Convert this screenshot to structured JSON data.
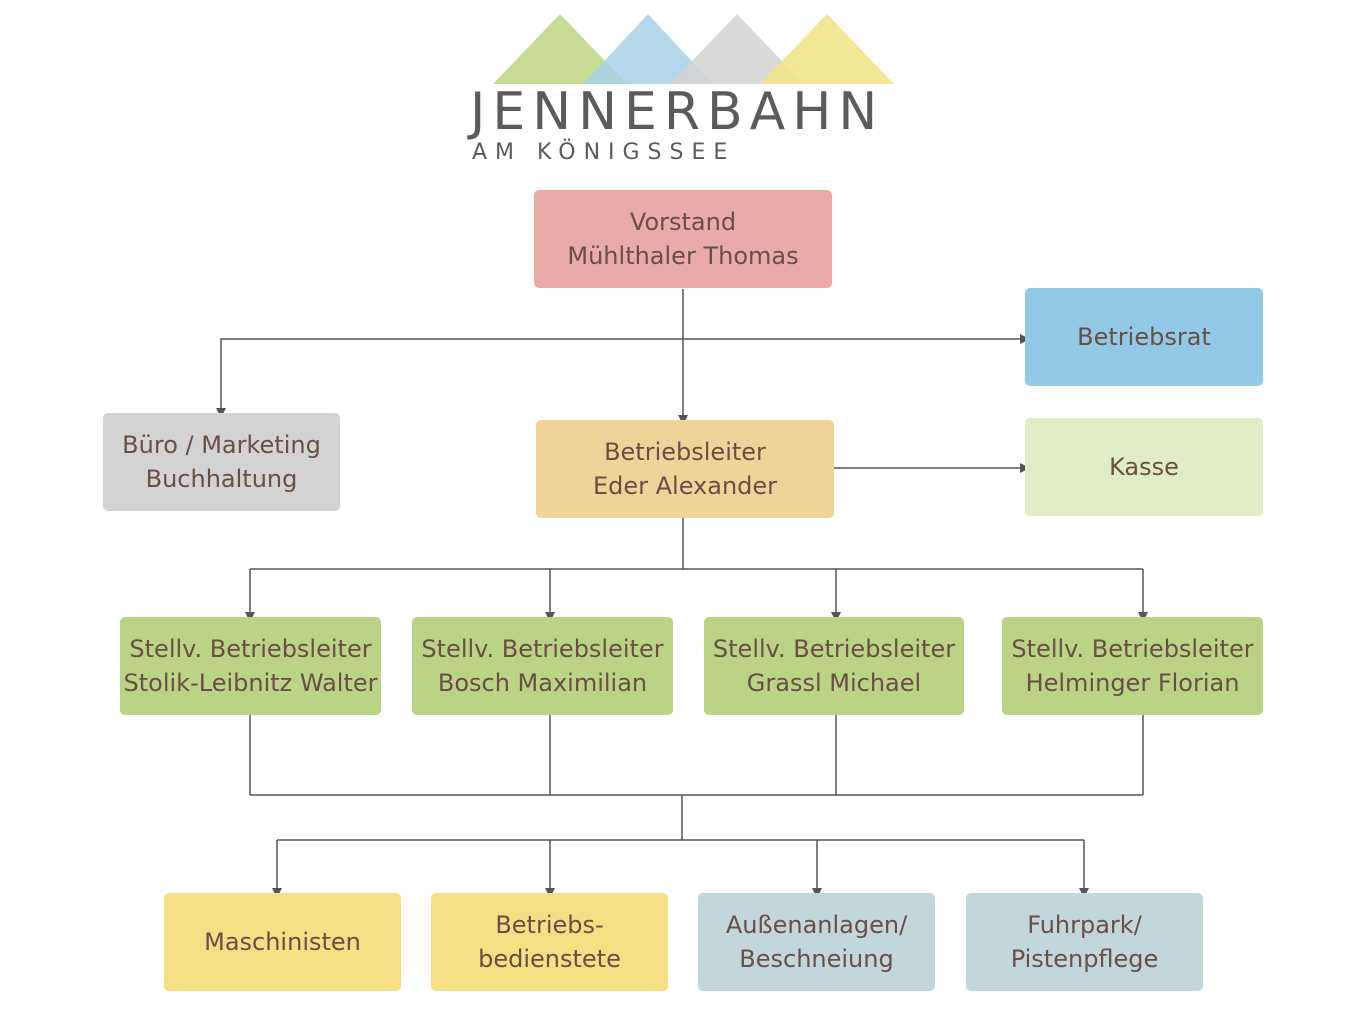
{
  "logo": {
    "title": "JENNERBAHN",
    "subtitle": "AM KÖNIGSSEE",
    "colors": [
      "#c5d98f",
      "#a7d0e6",
      "#d3d3d3",
      "#f2e48c"
    ]
  },
  "nodes": {
    "vorstand": {
      "line1": "Vorstand",
      "line2": "Mühlthaler Thomas",
      "color": "#e9aaa8"
    },
    "betriebsrat": {
      "line1": "Betriebsrat",
      "color": "#92c9e6"
    },
    "buero": {
      "line1": "Büro / Marketing",
      "line2": "Buchhaltung",
      "color": "#d3d3d3"
    },
    "betriebsleiter": {
      "line1": "Betriebsleiter",
      "line2": "Eder Alexander",
      "color": "#f0d398"
    },
    "kasse": {
      "line1": "Kasse",
      "color": "#e0ebc8"
    },
    "stellv1": {
      "line1": "Stellv. Betriebsleiter",
      "line2": "Stolik-Leibnitz Walter",
      "color": "#bad385"
    },
    "stellv2": {
      "line1": "Stellv. Betriebsleiter",
      "line2": "Bosch Maximilian",
      "color": "#bad385"
    },
    "stellv3": {
      "line1": "Stellv. Betriebsleiter",
      "line2": "Grassl Michael",
      "color": "#bad385"
    },
    "stellv4": {
      "line1": "Stellv. Betriebsleiter",
      "line2": "Helminger Florian",
      "color": "#bad385"
    },
    "maschinisten": {
      "line1": "Maschinisten",
      "color": "#f5df85"
    },
    "betriebsbedienstete": {
      "line1": "Betriebs-",
      "line2": "bedienstete",
      "color": "#f5df85"
    },
    "aussenanlagen": {
      "line1": "Außenanlagen/",
      "line2": "Beschneiung",
      "color": "#c3d6dc"
    },
    "fuhrpark": {
      "line1": "Fuhrpark/",
      "line2": "Pistenpflege",
      "color": "#c3d6dc"
    }
  },
  "connector_color": "#555555"
}
